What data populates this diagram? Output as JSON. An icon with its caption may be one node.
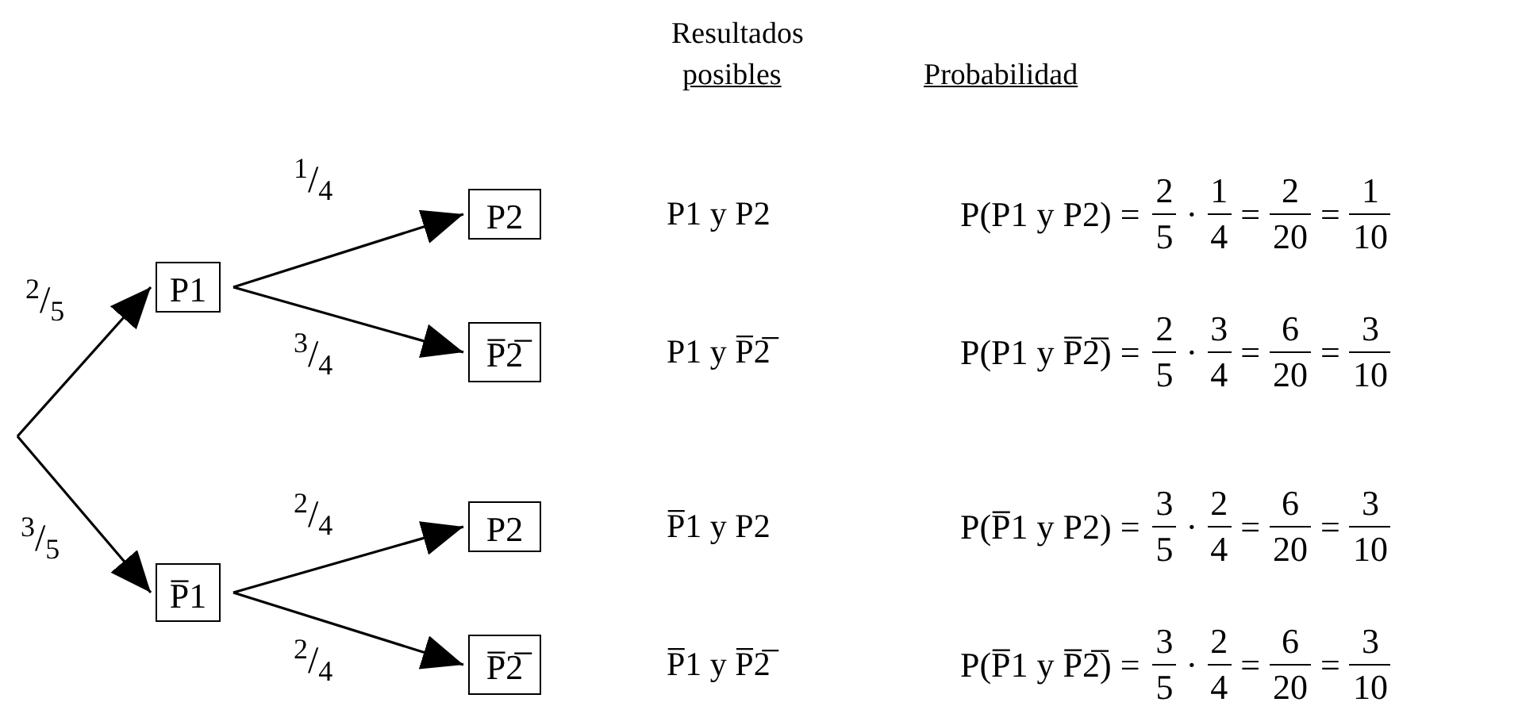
{
  "diagram": {
    "nodes": [
      {
        "text": [
          "P1"
        ]
      },
      {
        "text": [
          "P̅1"
        ]
      },
      {
        "text": [
          "P2"
        ]
      },
      {
        "text": [
          "P̅2̅"
        ]
      },
      {
        "text": [
          "P2"
        ]
      },
      {
        "text": [
          "P̅2̅"
        ]
      }
    ],
    "edges": [
      {
        "from": null,
        "to": 0,
        "arrow": "to",
        "label": "$^{2}$/$_{5}$"
      },
      {
        "from": null,
        "to": 1,
        "arrow": "to",
        "label": "$^{3}$/$_{5}$"
      },
      {
        "from": 0,
        "to": 2,
        "arrow": "to",
        "label": "$^{1}$/$_{4}$"
      },
      {
        "from": 0,
        "to": 3,
        "arrow": "to",
        "label": "$^{3}$/$_{4}$"
      },
      {
        "from": 1,
        "to": 4,
        "arrow": "to",
        "label": "$^{2}$/$_{4}$"
      },
      {
        "from": 1,
        "to": 5,
        "arrow": "to",
        "label": "$^{2}$/$_{4}$"
      }
    ],
    "labels": [
      "Resultados",
      "posibles",
      "Probabilidad",
      "P1 y P2",
      "P(P1 y P2) =",
      "2",
      "5",
      "·",
      "1",
      "4",
      "=",
      "2",
      "20",
      "=",
      "1",
      "10",
      "P1 y P̅2̅",
      "P(P1 y P̅2̅) =",
      "2",
      "5",
      "·",
      "3",
      "4",
      "=",
      "6",
      "20",
      "=",
      "3",
      "10",
      "P̅1 y P2",
      "P(P̅1 y P2) =",
      "3",
      "5",
      "·",
      "2",
      "4",
      "=",
      "6",
      "20",
      "=",
      "3",
      "10",
      "P̅1 y P̅2̅",
      "P(P̅1 y P̅2̅) =",
      "3",
      "5",
      "·",
      "2",
      "4",
      "=",
      "6",
      "20",
      "=",
      "3",
      "10"
    ]
  }
}
